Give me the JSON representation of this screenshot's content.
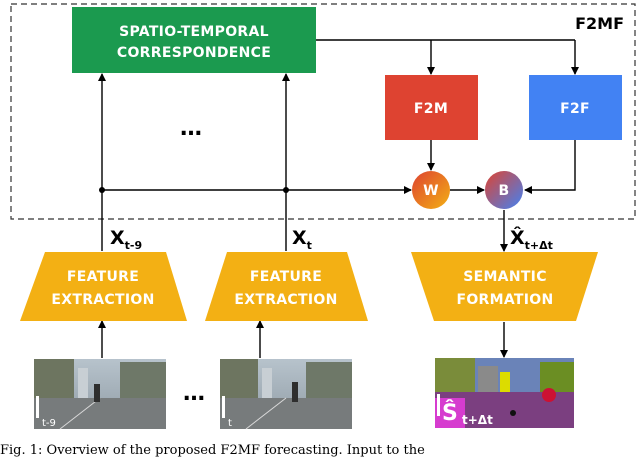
{
  "module_title": "F2MF",
  "blocks": {
    "correspondence_line1": "SPATIO-TEMPORAL",
    "correspondence_line2": "CORRESPONDENCE",
    "f2m": "F2M",
    "f2f": "F2F",
    "w_node": "W",
    "b_node": "B",
    "feature_extraction_line1": "FEATURE",
    "feature_extraction_line2": "EXTRACTION",
    "semantic_formation_line1": "SEMANTIC",
    "semantic_formation_line2": "FORMATION"
  },
  "ellipsis": "…",
  "variables": {
    "x_early": "X",
    "x_early_sub": "t-9",
    "x_current": "X",
    "x_current_sub": "t",
    "x_future": "X̂",
    "x_future_sub": "t+Δt"
  },
  "images": {
    "frame_early_label": "I",
    "frame_early_sub": "t-9",
    "frame_current_label": "I",
    "frame_current_sub": "t",
    "output_label": "Ŝ",
    "output_sub": "t+Δt"
  },
  "caption": "Fig. 1: Overview of the proposed F2MF forecasting. Input to the",
  "colors": {
    "green": "#1b9a4f",
    "red": "#de4331",
    "blue": "#4282f3",
    "orange": "#f3b014"
  }
}
